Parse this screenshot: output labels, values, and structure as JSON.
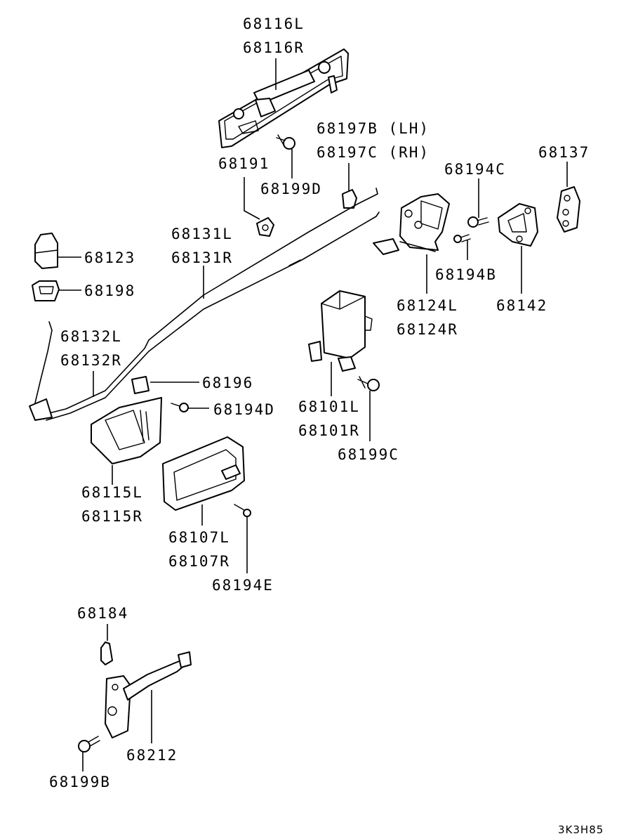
{
  "labels": {
    "p68116L": "68116L",
    "p68116R": "68116R",
    "p68197B": "68197B (LH)",
    "p68197C": "68197C (RH)",
    "p68137": "68137",
    "p68194C": "68194C",
    "p68191": "68191",
    "p68199D": "68199D",
    "p68123": "68123",
    "p68131L": "68131L",
    "p68131R": "68131R",
    "p68198": "68198",
    "p68194B": "68194B",
    "p68124L": "68124L",
    "p68124R": "68124R",
    "p68142": "68142",
    "p68132L": "68132L",
    "p68132R": "68132R",
    "p68196": "68196",
    "p68194D": "68194D",
    "p68101L": "68101L",
    "p68101R": "68101R",
    "p68199C": "68199C",
    "p68115L": "68115L",
    "p68115R": "68115R",
    "p68107L": "68107L",
    "p68107R": "68107R",
    "p68194E": "68194E",
    "p68184": "68184",
    "p68212": "68212",
    "p68199B": "68199B"
  },
  "diagram_code": "3K3H85"
}
